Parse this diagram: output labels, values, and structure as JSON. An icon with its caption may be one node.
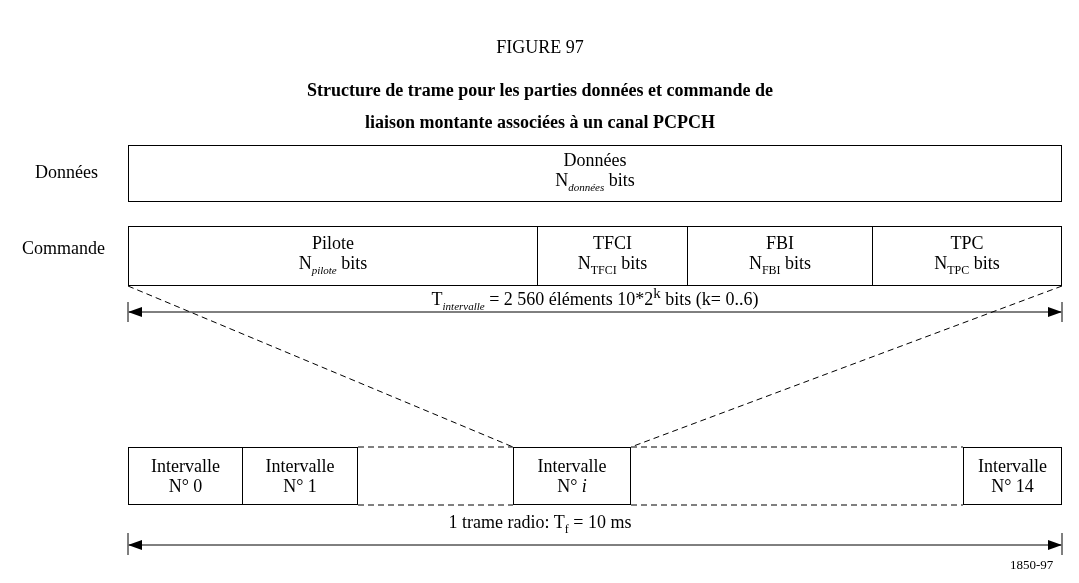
{
  "diagram": {
    "title": "Structure de trame pour les parties données et commande de liaison montante associées à un canal PCPCH",
    "nodes": [
      {
        "text": [
          "Données",
          "N$_{données}$ bits"
        ]
      },
      {
        "text": [
          "Pilote",
          "N$_{pilote}$ bits"
        ]
      },
      {
        "text": [
          "TFCI",
          "N$_{TFCI}$ bits"
        ]
      },
      {
        "text": [
          "FBI",
          "N$_{FBI}$ bits"
        ]
      },
      {
        "text": [
          "TPC",
          "N$_{TPC}$ bits"
        ]
      },
      {
        "text": [
          "Intervalle N° 0"
        ]
      },
      {
        "text": [
          "Intervalle N° 1"
        ]
      },
      {
        "text": [
          "Intervalle N° *i*"
        ]
      },
      {
        "text": [
          "Intervalle N° 14"
        ]
      }
    ],
    "edges": [
      {
        "from": 1,
        "to": 7,
        "arrow": "none",
        "style": "dashed"
      },
      {
        "from": 4,
        "to": 7,
        "arrow": "none",
        "style": "dashed"
      },
      {
        "from": 6,
        "to": 7,
        "arrow": "none",
        "style": "dashed"
      },
      {
        "from": 7,
        "to": 8,
        "arrow": "none",
        "style": "dashed"
      }
    ],
    "labels": [
      "FIGURE 97",
      "Données",
      "Commande",
      "T$_{intervalle}$ = 2 560 éléments 10*2$^{k}$ bits (k= 0..6)",
      "1 trame radio: T$_{f}$ = 10 ms",
      "1850-97"
    ]
  }
}
